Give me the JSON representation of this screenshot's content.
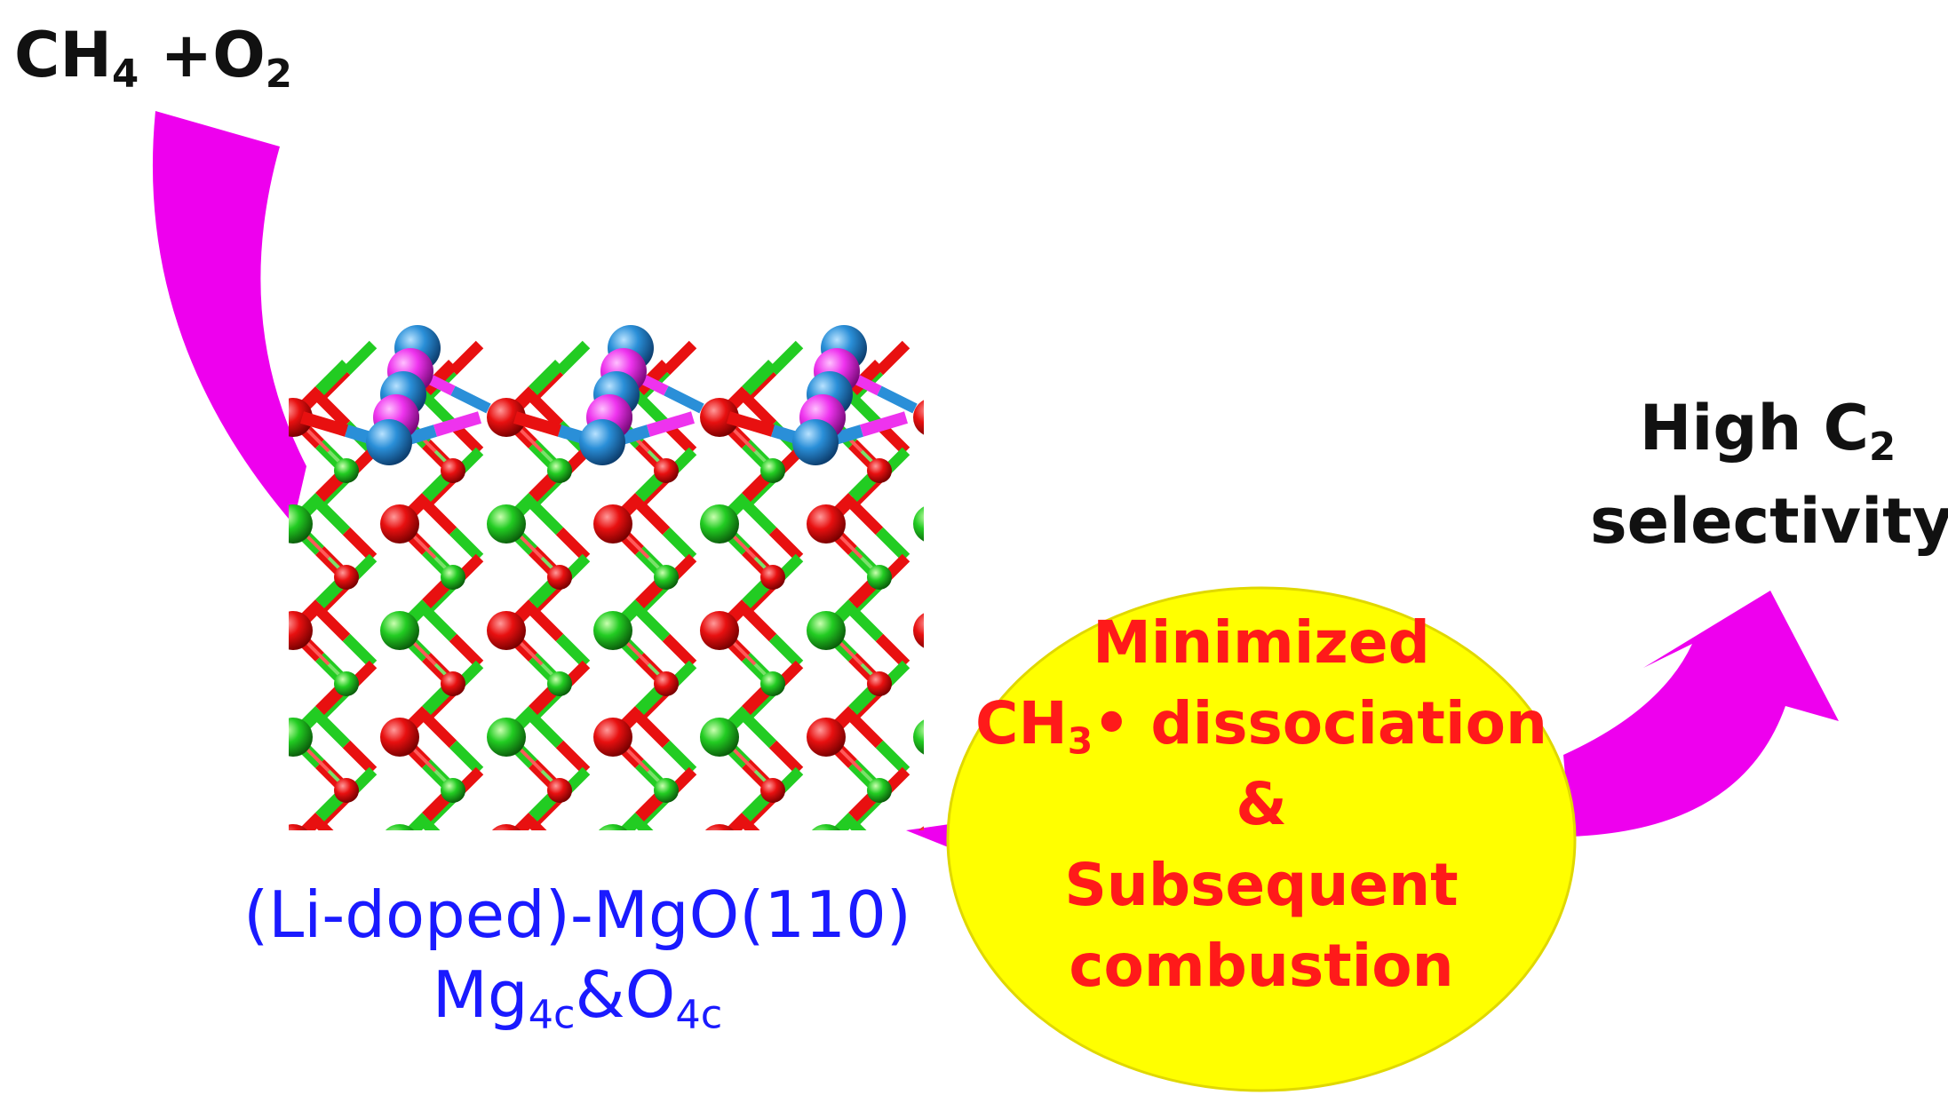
{
  "reactant": {
    "main": "CH",
    "sub1": "4",
    "mid": " +O",
    "sub2": "2"
  },
  "surface": {
    "line1": "(Li-doped)-MgO(110)",
    "mg": "Mg",
    "mg_sub": "4c",
    "amp": "&",
    "o": "O",
    "o_sub": "4c"
  },
  "mechanism": {
    "line1": "Minimized",
    "ch": "CH",
    "ch_sub": "3",
    "radical": "• dissociation",
    "amp": "&",
    "line4": "Subsequent",
    "line5": "combustion"
  },
  "product": {
    "line1_a": "High C",
    "line1_sub": "2",
    "line2": "selectivity"
  },
  "colors": {
    "arrow": "#ee00ee",
    "ellipse": "#ffff00",
    "mechanism_text": "#ff1a1a",
    "surface_text": "#1a1aff",
    "oxygen_atom": "#e81010",
    "magnesium_atom": "#22cc22",
    "lithium_atom": "#ee33ee",
    "dopant_atom": "#2a8fd8"
  },
  "icons": [
    "curved-arrow-in-icon",
    "curved-arrow-out-icon",
    "crystal-lattice-icon"
  ]
}
